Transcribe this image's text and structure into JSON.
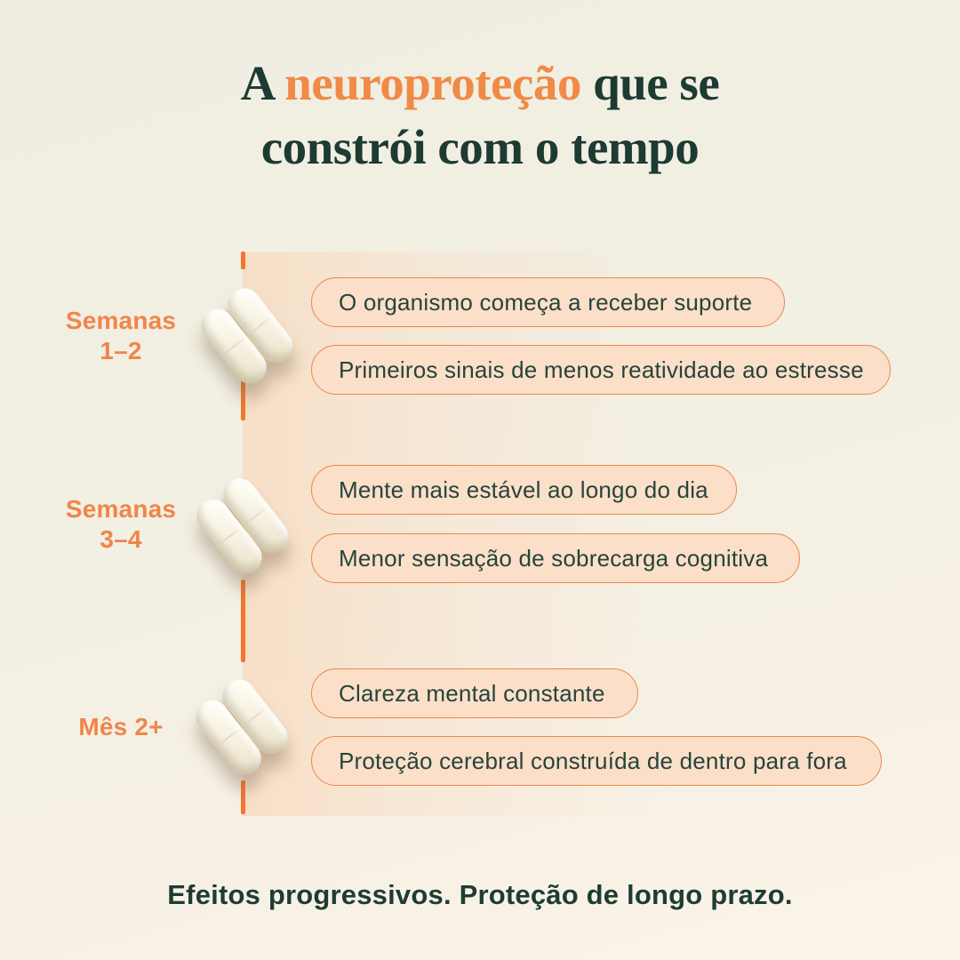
{
  "title": {
    "part1": "A ",
    "highlight": "neuroproteção",
    "part2": " que se",
    "line2": "constrói com o tempo"
  },
  "stages": [
    {
      "label_line1": "Semanas",
      "label_line2": "1–2",
      "benefit1": "O organismo começa a receber suporte",
      "benefit2": "Primeiros sinais de menos reatividade ao estresse"
    },
    {
      "label_line1": "Semanas",
      "label_line2": "3–4",
      "benefit1": "Mente mais estável ao longo do dia",
      "benefit2": "Menor sensação de sobrecarga cognitiva"
    },
    {
      "label_line1": "Mês 2+",
      "label_line2": "",
      "benefit1": "Clareza mental constante",
      "benefit2": "Proteção cerebral construída de dentro para fora"
    }
  ],
  "footer": "Efeitos progressivos. Proteção de longo prazo.",
  "colors": {
    "accent_orange": "#f2762f",
    "label_orange": "#f0854a",
    "title_orange": "#f08a47",
    "bubble_border": "#e9884d",
    "bubble_fill": "#fcdfc8",
    "heading_teal": "#1d3a33",
    "body_teal": "#26443c",
    "background_cream": "#f1eee2",
    "glow_peach": "#f8ddc4"
  },
  "icons": {
    "pill_group": "two-white-capsule-pills"
  }
}
